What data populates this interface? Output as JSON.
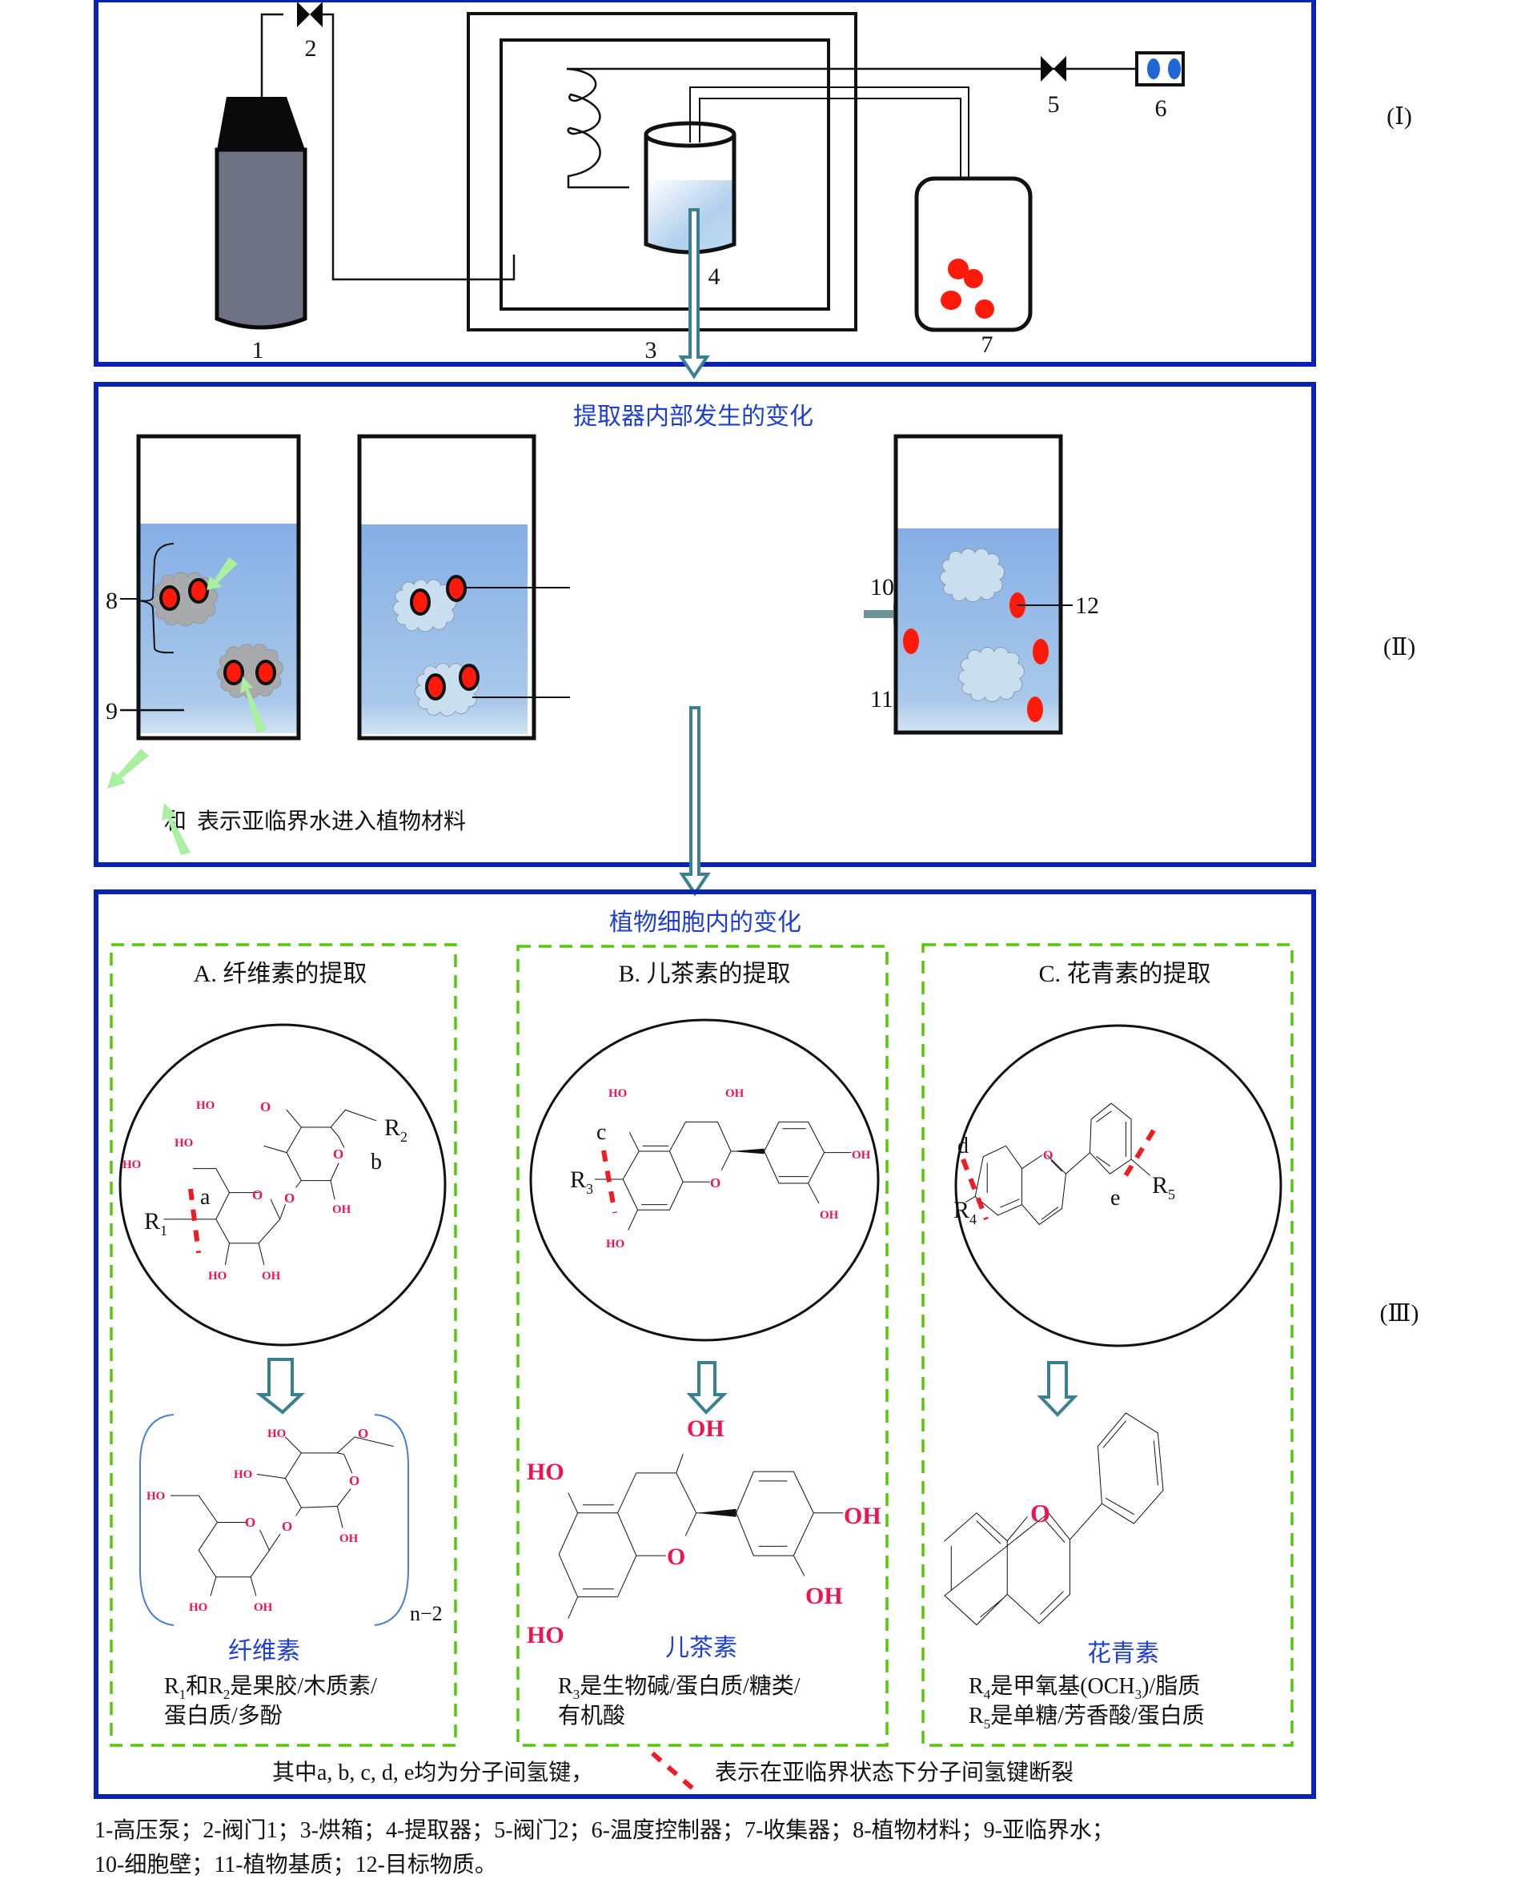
{
  "figure": {
    "section_labels": {
      "s1": "(Ⅰ)",
      "s2": "(Ⅱ)",
      "s3": "(Ⅲ)"
    },
    "panel1": {
      "labels": {
        "pump": "1",
        "valve1": "2",
        "oven": "3",
        "extractor": "4",
        "valve2": "5",
        "temp_controller": "6",
        "collector": "7"
      },
      "colors": {
        "pump_body": "#6e7282",
        "water": "#a9cbec",
        "temp_dots": "#1f66d6",
        "product_dots": "#ff1a0a"
      }
    },
    "panel2": {
      "title": "提取器内部发生的变化",
      "labels": {
        "plant_material": "8",
        "subcritical_water": "9",
        "cell_wall": "10",
        "plant_matrix": "11",
        "target": "12"
      },
      "legend": {
        "and": "和",
        "text": "表示亚临界水进入植物材料"
      },
      "colors": {
        "water_top": "#86afe6",
        "water_bottom": "#cfe2f3",
        "arrow_green": "#a9f0a0",
        "arrow_gray": "#6e9499"
      }
    },
    "panel3": {
      "title": "植物细胞内的变化",
      "columns": [
        {
          "heading": "A. 纤维素的提取",
          "bond_labels": [
            "a",
            "b"
          ],
          "r_labels": [
            "R",
            "1",
            "R",
            "2"
          ],
          "compound": "纤维素",
          "repeat": "n−2",
          "desc": [
            {
              "parts": [
                "R",
                "1",
                "和R",
                "2",
                "是果胶/木质素/"
              ]
            },
            {
              "parts": [
                "蛋白质/多酚"
              ]
            }
          ]
        },
        {
          "heading": "B. 儿茶素的提取",
          "bond_labels": [
            "c"
          ],
          "r_labels": [
            "R",
            "3"
          ],
          "compound": "儿茶素",
          "desc": [
            {
              "parts": [
                "R",
                "3",
                "是生物碱/蛋白质/糖类/"
              ]
            },
            {
              "parts": [
                "有机酸"
              ]
            }
          ]
        },
        {
          "heading": "C. 花青素的提取",
          "bond_labels": [
            "d",
            "e"
          ],
          "r_labels": [
            "R",
            "4",
            "R",
            "5"
          ],
          "compound": "花青素",
          "desc": [
            {
              "parts": [
                "R",
                "4",
                "是甲氧基(OCH",
                "3",
                ")/脂质"
              ]
            },
            {
              "parts": [
                "R",
                "5",
                "是单糖/芳香酸/蛋白质"
              ]
            }
          ]
        }
      ],
      "atoms": {
        "HO": "HO",
        "OH": "OH",
        "O": "O"
      },
      "footnote_left": "其中a, b, c, d, e均为分子间氢键，",
      "footnote_right": "表示在亚临界状态下分子间氢键断裂"
    },
    "caption": {
      "line1": "1-高压泵；2-阀门1；3-烘箱；4-提取器；5-阀门2；6-温度控制器；7-收集器；8-植物材料；9-亚临界水；",
      "line2": "10-细胞壁；11-植物基质；12-目标物质。"
    },
    "colors": {
      "panel_border": "#0a22b4",
      "dashed_box": "#55c80a",
      "title_blue": "#1f3fd0",
      "atom_red": "#ee1450",
      "hbond_red": "#ee1c24"
    }
  }
}
